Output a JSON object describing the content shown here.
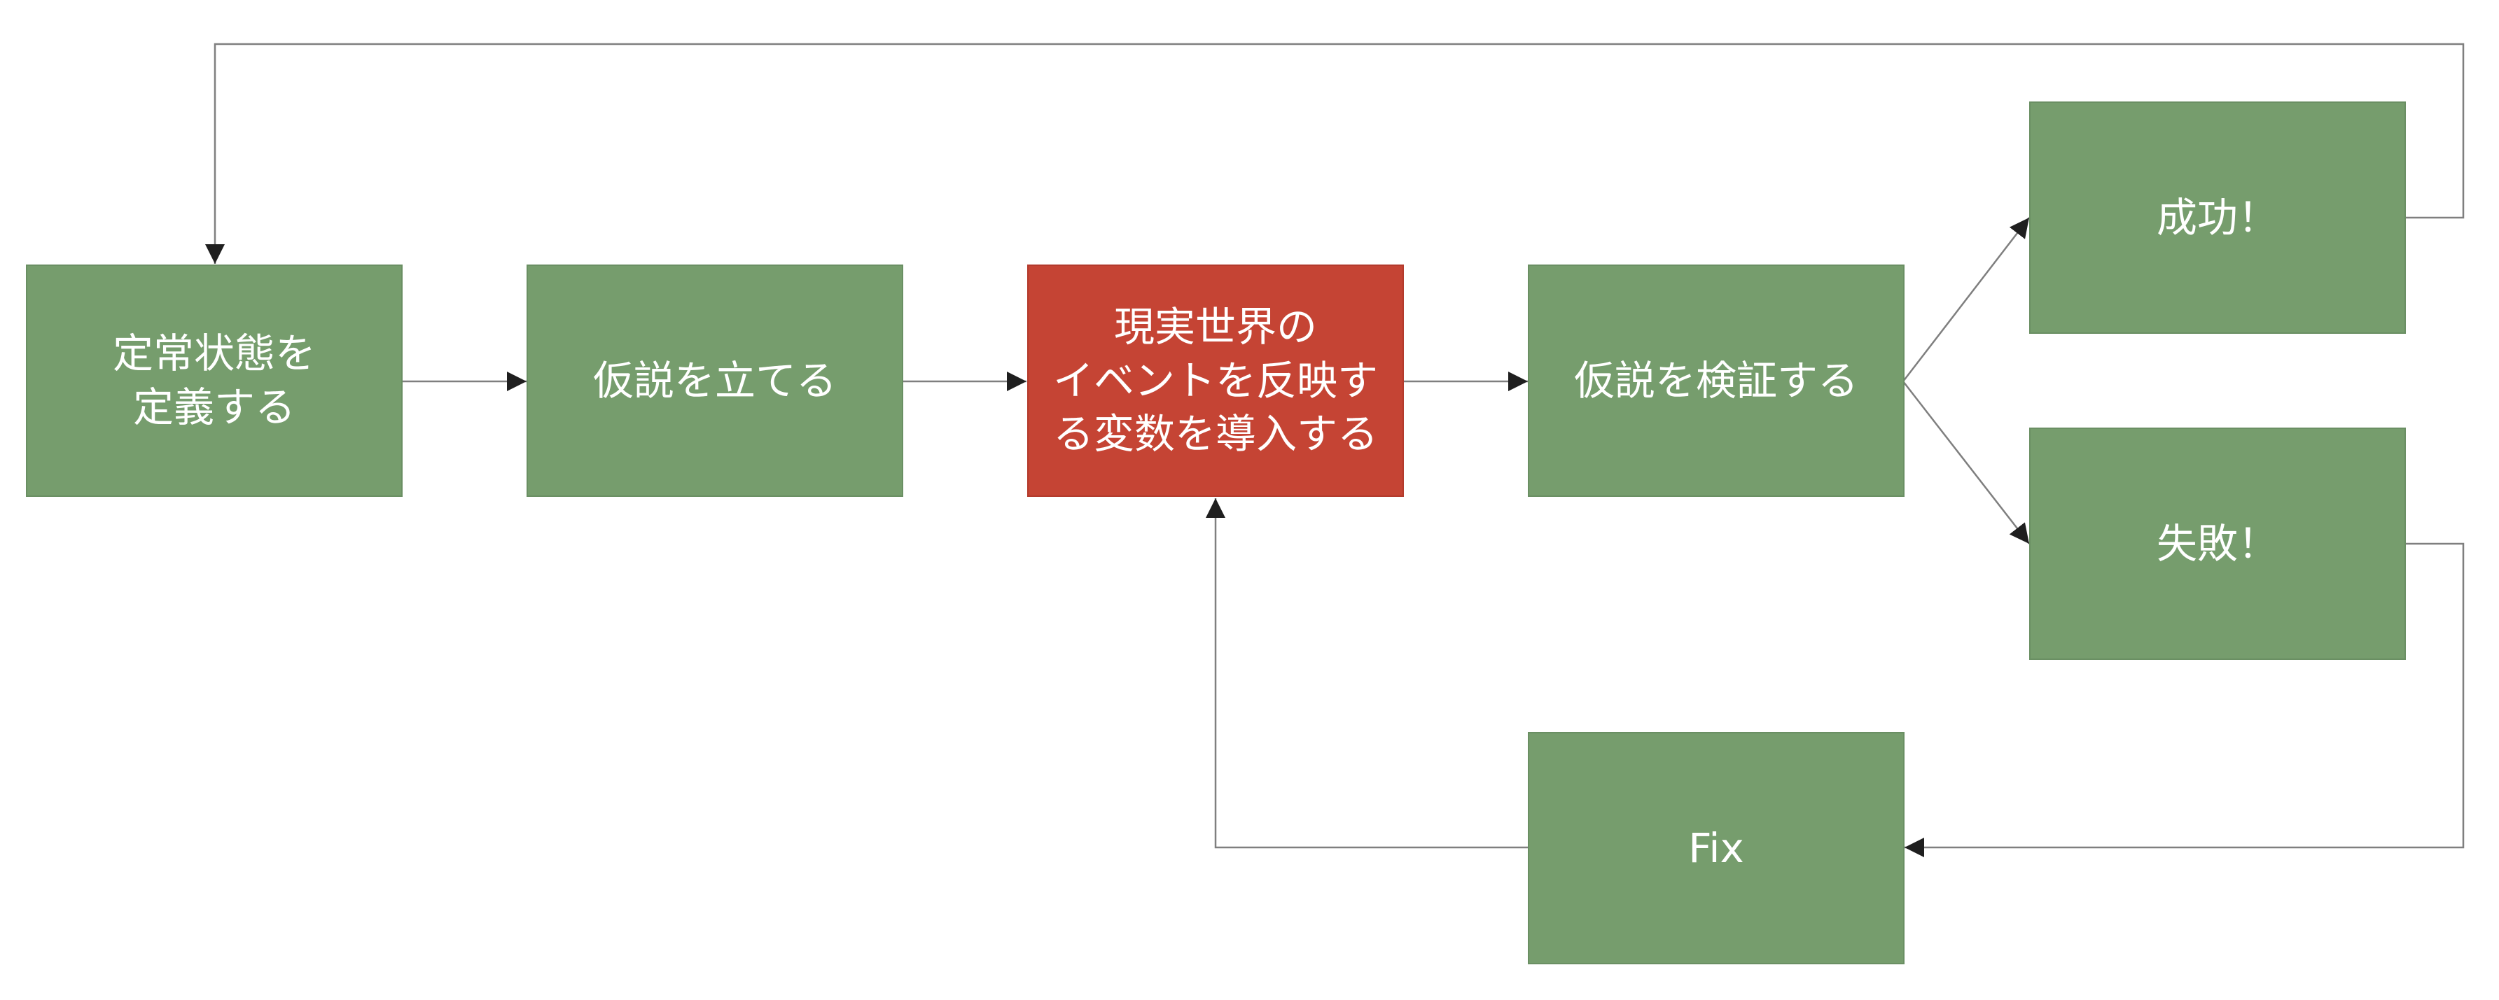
{
  "colors": {
    "node_fill": "#769d6d",
    "highlight_fill": "#c54434",
    "connector": "#7f7f7f",
    "arrowhead": "#1f1f1f",
    "text": "#ffffff"
  },
  "nodes": {
    "define": "定常状態を\n定義する",
    "hypothesis": "仮説を立てる",
    "introduce": "現実世界の\nイベントを反映す\nる変数を導入する",
    "verify": "仮説を検証する",
    "success": "成功！",
    "failure": "失敗！",
    "fix": "Fix"
  },
  "edges": [
    {
      "from": "define",
      "to": "hypothesis"
    },
    {
      "from": "hypothesis",
      "to": "introduce"
    },
    {
      "from": "introduce",
      "to": "verify"
    },
    {
      "from": "verify",
      "to": "success"
    },
    {
      "from": "verify",
      "to": "failure"
    },
    {
      "from": "success",
      "to": "define"
    },
    {
      "from": "failure",
      "to": "fix"
    },
    {
      "from": "fix",
      "to": "introduce"
    }
  ]
}
